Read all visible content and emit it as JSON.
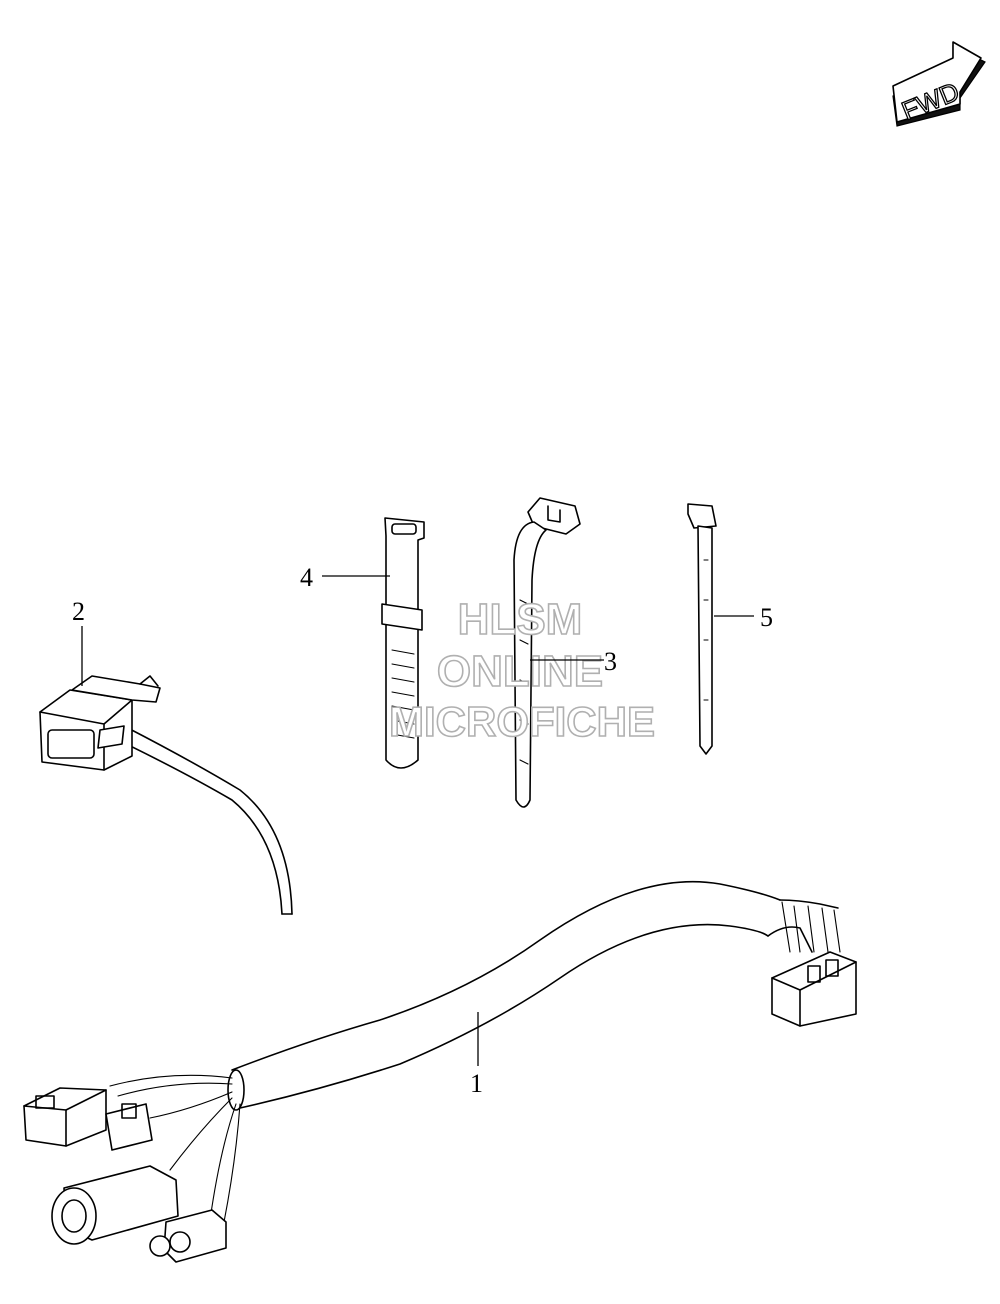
{
  "direction_badge": {
    "label": "FWD"
  },
  "callouts": [
    {
      "id": "1",
      "label": "1"
    },
    {
      "id": "2",
      "label": "2"
    },
    {
      "id": "3",
      "label": "3"
    },
    {
      "id": "4",
      "label": "4"
    },
    {
      "id": "5",
      "label": "5"
    }
  ],
  "watermark": {
    "line1": "HLSM",
    "line2": "ONLINE",
    "line3": "MICROFICHE"
  }
}
